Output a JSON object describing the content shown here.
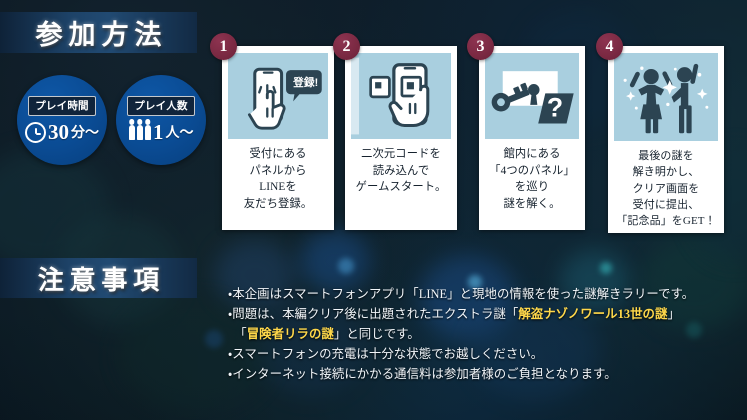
{
  "theme": {
    "accent_blue": "#0a4b93",
    "banner_blue": "#1d4267",
    "badge_maroon": "#7a2942",
    "art_bg": "#a9cfdf",
    "art_ink": "#2c4452",
    "highlight_gold": "#ffd84a",
    "card_bg": "#ffffff",
    "page_bg": "#09141c"
  },
  "sections": {
    "join": {
      "title": "参加方法"
    },
    "notes": {
      "title": "注意事項"
    }
  },
  "info_badges": [
    {
      "id": "play-time",
      "tag": "プレイ時間",
      "icon": "clock-icon",
      "value": "30",
      "unit": "分～"
    },
    {
      "id": "player-count",
      "tag": "プレイ人数",
      "icon": "people-icon",
      "value": "1",
      "unit": "人～"
    }
  ],
  "steps": [
    {
      "number": "1",
      "icon": "hand-tapping-phone-icon",
      "art_label": "登録!",
      "text": "受付にある\nパネルから\nLINEを\n友だち登録。"
    },
    {
      "number": "2",
      "icon": "phone-scanning-qr-icon",
      "art_label": "",
      "text": "二次元コードを\n読み込んで\nゲームスタート。"
    },
    {
      "number": "3",
      "icon": "key-and-question-panel-icon",
      "art_label": "?",
      "text": "館内にある\n「4つのパネル」\nを巡り\n謎を解く。"
    },
    {
      "number": "4",
      "icon": "celebrating-people-icon",
      "art_label": "",
      "text": "最後の謎を\n解き明かし、\nクリア画面を\n受付に提出、\n「記念品」をGET！"
    }
  ],
  "notes": [
    {
      "bullet": "・",
      "parts": [
        {
          "t": "本企画はスマートフォンアプリ「LINE」と現地の情報を使った謎解きラリーです。",
          "hl": false
        }
      ]
    },
    {
      "bullet": "・",
      "parts": [
        {
          "t": "問題は、本編クリア後に出題されたエクストラ謎「",
          "hl": false
        },
        {
          "t": "解盗ナゾノワール13世の謎",
          "hl": true
        },
        {
          "t": "」",
          "hl": false
        }
      ]
    },
    {
      "bullet": "　",
      "parts": [
        {
          "t": "「",
          "hl": false
        },
        {
          "t": "冒険者リラの謎",
          "hl": true
        },
        {
          "t": "」と同じです。",
          "hl": false
        }
      ]
    },
    {
      "bullet": "・",
      "parts": [
        {
          "t": "スマートフォンの充電は十分な状態でお越しください。",
          "hl": false
        }
      ]
    },
    {
      "bullet": "・",
      "parts": [
        {
          "t": "インターネット接続にかかる通信料は参加者様のご負担となります。",
          "hl": false
        }
      ]
    }
  ]
}
